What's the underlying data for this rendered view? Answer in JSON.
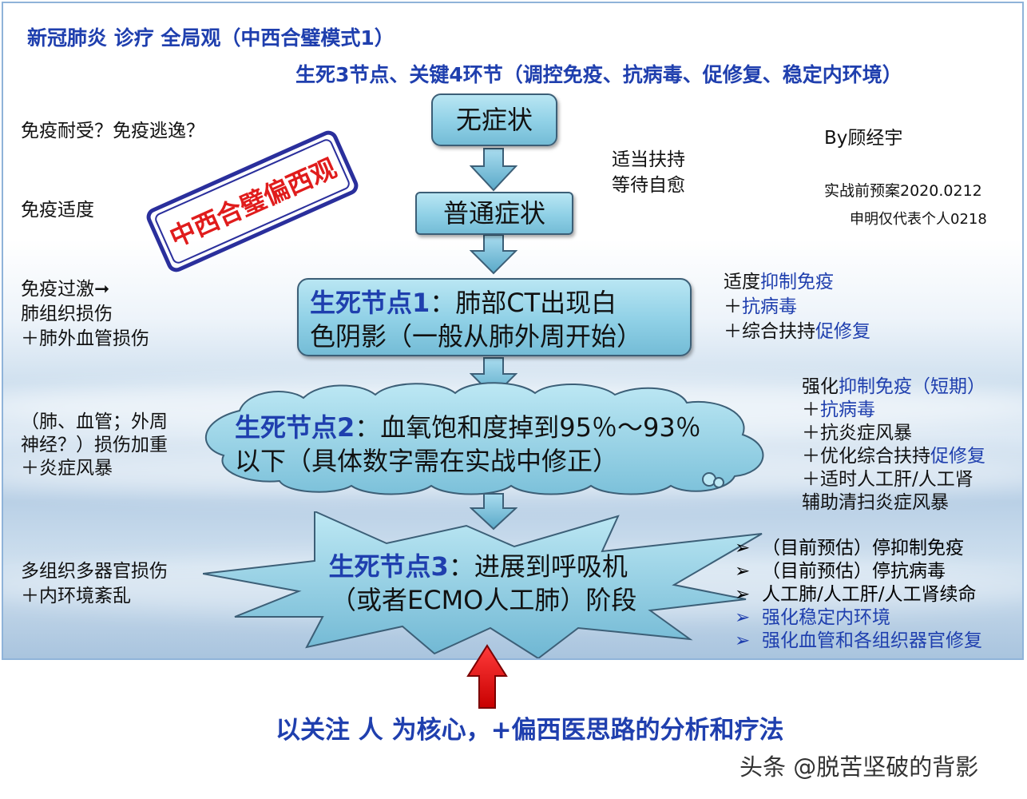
{
  "title": "新冠肺炎 诊疗 全局观（中西合璧模式1）",
  "subtitle": "生死3节点、关键4环节（调控免疫、抗病毒、促修复、稳定内环境）",
  "author": "By顾经宇",
  "date_note": "实战前预案2020.0212",
  "disclaimer": "申明仅代表个人0218",
  "stamp": "中西合璧偏西观",
  "left_notes": {
    "tolerance": "免疫耐受？免疫逃逸？",
    "moderate": "免疫适度",
    "excess_1": "免疫过激➞",
    "excess_2": "肺组织损伤",
    "excess_3": "＋肺外血管损伤",
    "damage_1": "（肺、血管；外周",
    "damage_2": "神经？）损伤加重",
    "damage_3": "＋炎症风暴",
    "multi_1": "多组织多器官损伤",
    "multi_2": "＋内环境紊乱"
  },
  "nodes": {
    "asymptomatic": "无症状",
    "common": "普通症状",
    "node1_label": "生死节点1",
    "node1_text_1": "：肺部CT出现白",
    "node1_text_2": "色阴影（一般从肺外周开始）",
    "node2_label": "生死节点2",
    "node2_text_1": "：血氧饱和度掉到95％～93％",
    "node2_text_2": "以下（具体数字需在实战中修正）",
    "node3_label": "生死节点3",
    "node3_text_1": "：进展到呼吸机",
    "node3_text_2": "（或者ECMO人工肺）阶段"
  },
  "right_notes": {
    "wait_1": "适当扶持",
    "wait_2": "等待自愈",
    "n1_a": "适度",
    "n1_a_blue": "抑制免疫",
    "n1_b_plus": "＋",
    "n1_b_blue": "抗病毒",
    "n1_c": "＋综合扶持",
    "n1_c_blue": "促修复",
    "n2_a": "强化",
    "n2_a_blue": "抑制免疫（短期）",
    "n2_b_plus": "＋",
    "n2_b_blue": "抗病毒",
    "n2_c": "＋抗炎症风暴",
    "n2_d": "＋优化综合扶持",
    "n2_d_blue": "促修复",
    "n2_e": "＋适时人工肝/人工肾",
    "n2_f": "辅助清扫炎症风暴"
  },
  "node3_list": [
    {
      "bullet": "➢",
      "text": "（目前预估）停抑制免疫",
      "color": "#111111"
    },
    {
      "bullet": "➢",
      "text": "（目前预估）停抗病毒",
      "color": "#111111"
    },
    {
      "bullet": "➢",
      "text": "人工肺/人工肝/人工肾续命",
      "color": "#111111"
    },
    {
      "bullet": "➢",
      "text": "强化稳定内环境",
      "color": "#1f3fae"
    },
    {
      "bullet": "➢",
      "text": "强化血管和各组织器官修复",
      "color": "#1f3fae"
    }
  ],
  "footer": "以关注 人 为核心，+偏西医思路的分析和疗法",
  "watermark": "头条 @脱苦坚破的背影",
  "colors": {
    "title_blue": "#1f3fae",
    "node_fill": "#8fd0e6",
    "stamp_red": "#e01c1c",
    "stamp_border": "#2a2f9c",
    "up_arrow_red": "#e60000"
  }
}
